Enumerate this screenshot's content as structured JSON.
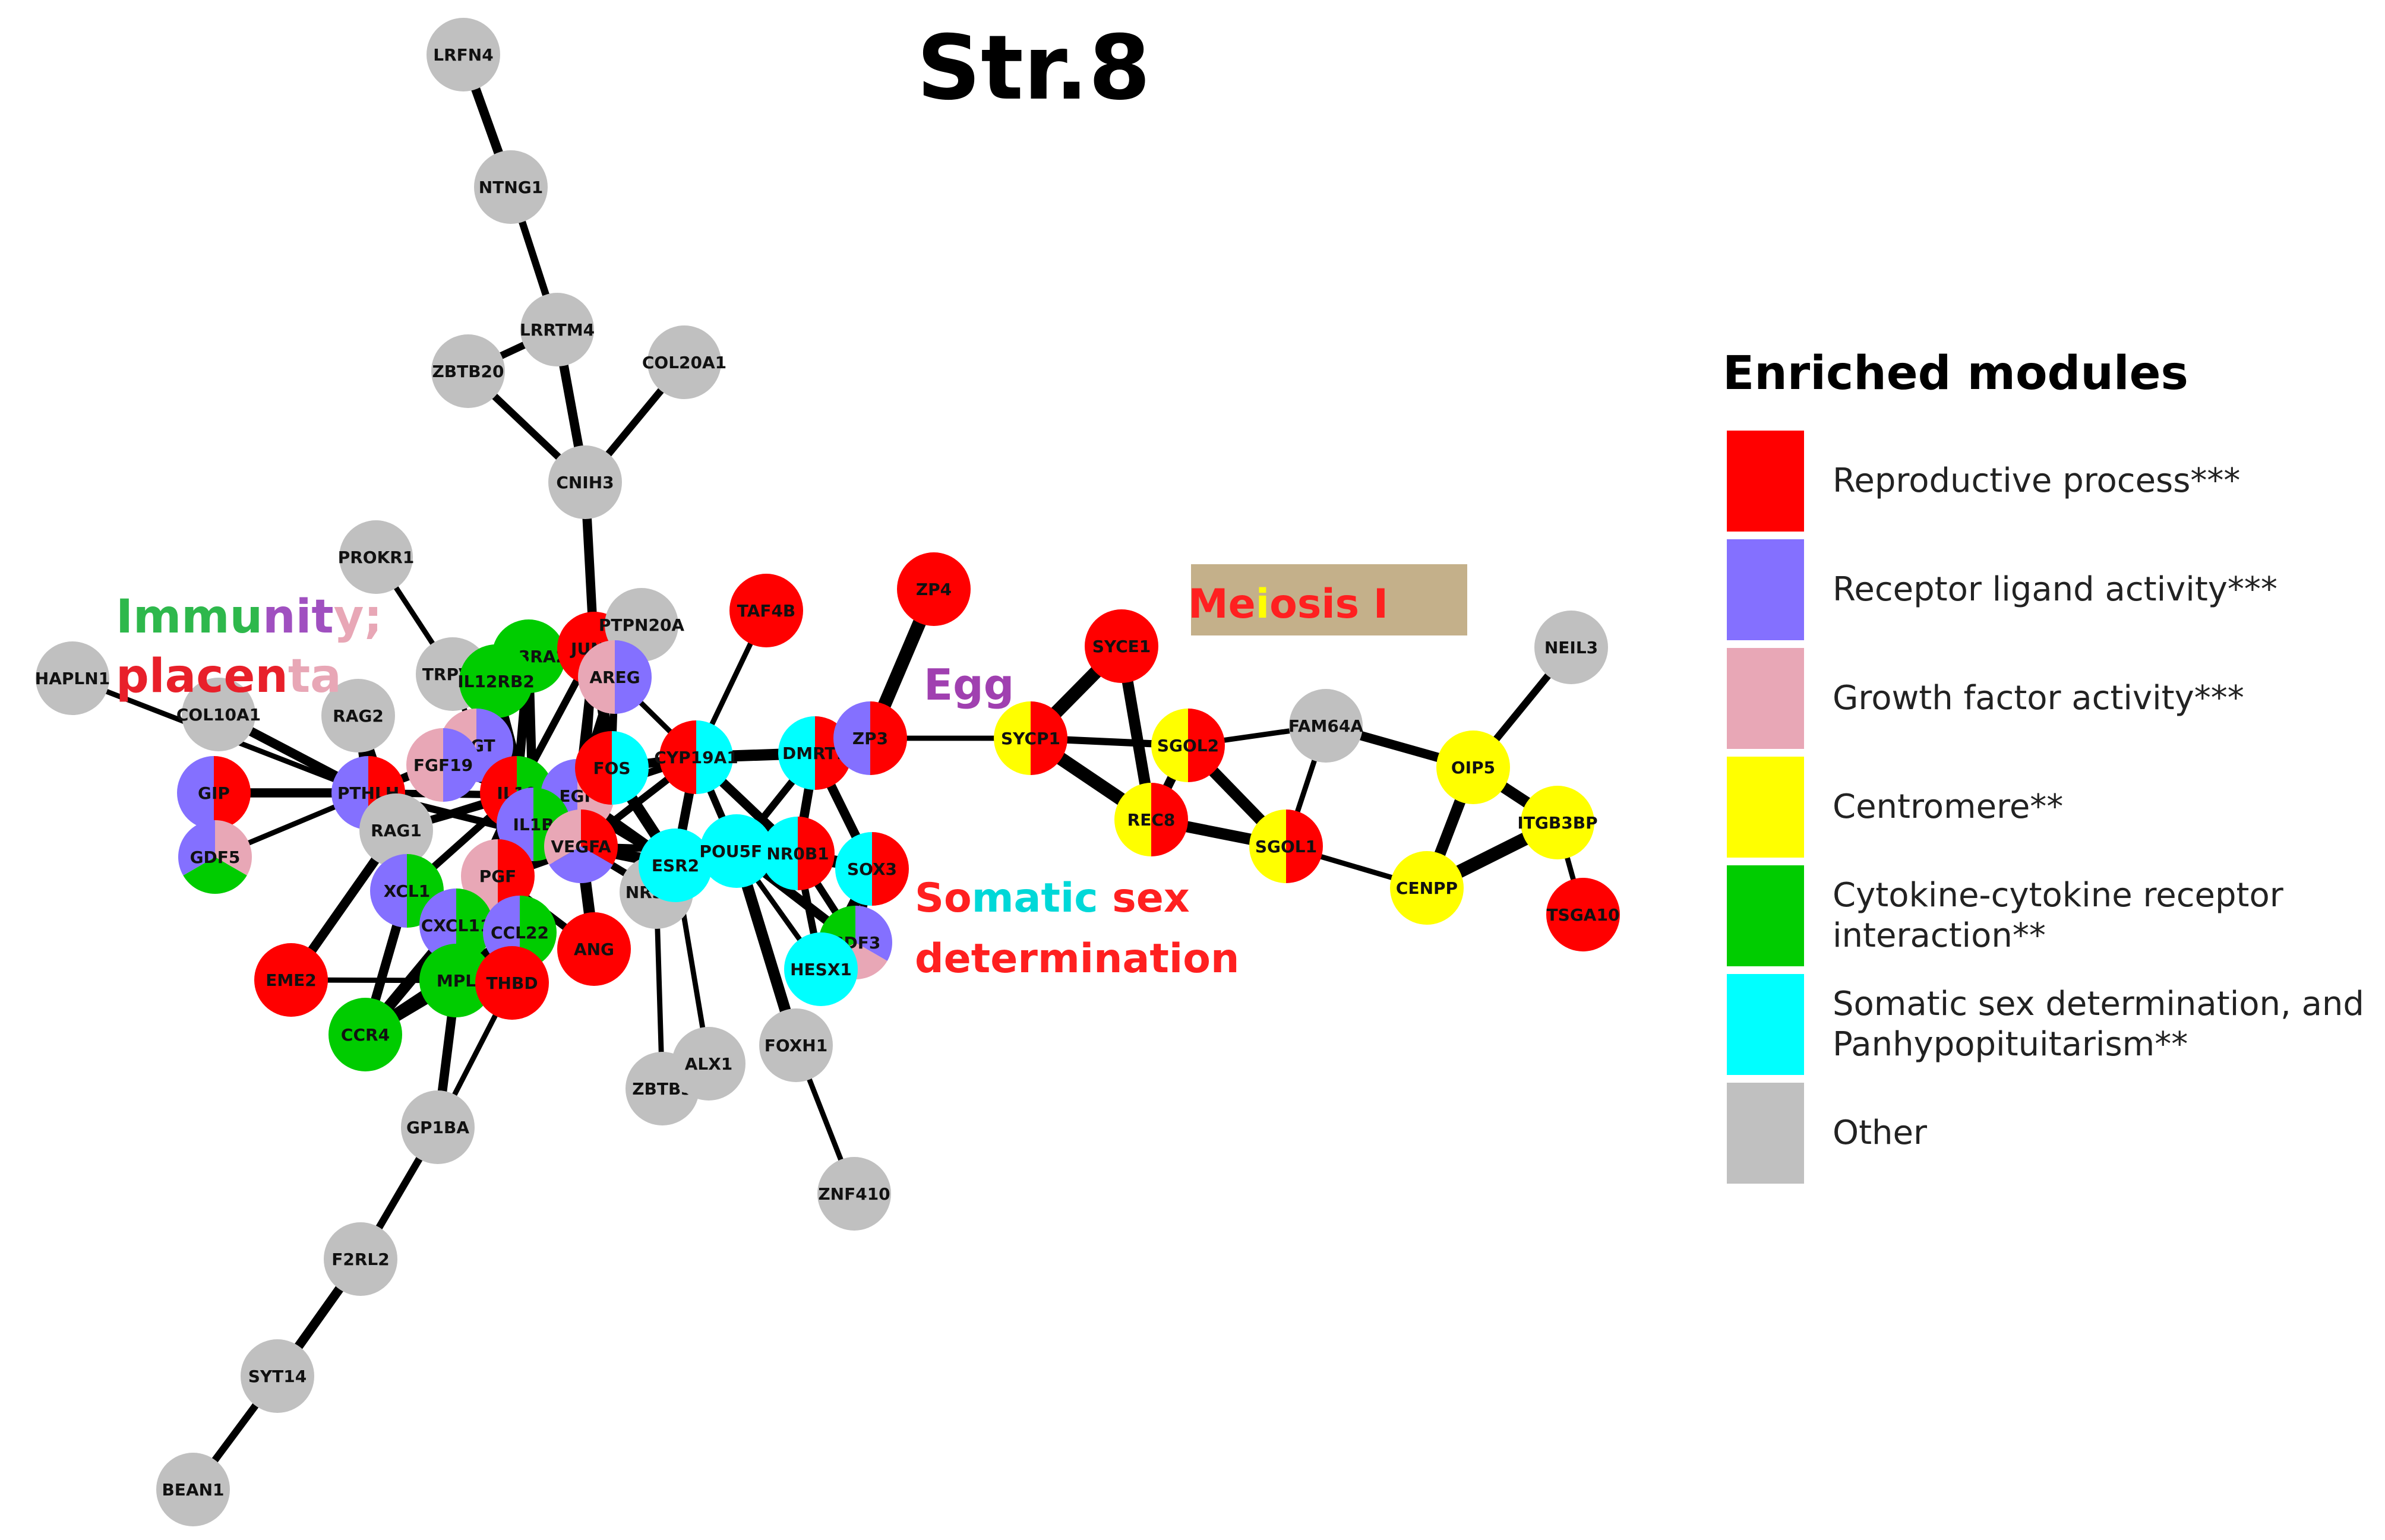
{
  "title": "Str.8",
  "legend": {
    "title": "Enriched modules",
    "items": [
      {
        "key": "reproductive",
        "label": "Reproductive process***",
        "color": "#ff0000"
      },
      {
        "key": "receptor",
        "label": "Receptor ligand activity***",
        "color": "#8470ff"
      },
      {
        "key": "growth",
        "label": "Growth factor activity***",
        "color": "#e8a7b6"
      },
      {
        "key": "centromere",
        "label": "Centromere**",
        "color": "#ffff00"
      },
      {
        "key": "cytokine",
        "label": "Cytokine-cytokine receptor\ninteraction**",
        "color": "#00cc00"
      },
      {
        "key": "somatic",
        "label": "Somatic sex determination, and\nPanhypopituitarism**",
        "color": "#00ffff"
      },
      {
        "key": "other",
        "label": "Other",
        "color": "#c0c0c0"
      }
    ]
  },
  "annotations": [
    {
      "id": "immunity",
      "lines": [
        [
          {
            "text": "Immu",
            "color": "#2eb84c"
          },
          {
            "text": "nit",
            "color": "#a050c0"
          },
          {
            "text": "y;",
            "color": "#e8a7b6"
          }
        ],
        [
          {
            "text": "pla",
            "color": "#e8202a"
          },
          {
            "text": "cen",
            "color": "#e8202a"
          },
          {
            "text": "ta",
            "color": "#e8a7b6"
          }
        ]
      ]
    },
    {
      "id": "egg",
      "lines": [
        [
          {
            "text": "Egg",
            "color": "#a040b0"
          }
        ]
      ]
    },
    {
      "id": "somatic",
      "lines": [
        [
          {
            "text": "So",
            "color": "#ff2020"
          },
          {
            "text": "matic",
            "color": "#00d8d8"
          },
          {
            "text": " sex",
            "color": "#ff2020"
          }
        ],
        [
          {
            "text": "determination",
            "color": "#ff2020"
          }
        ]
      ]
    },
    {
      "id": "meiosis",
      "box_color": "#c4b08a",
      "lines": [
        [
          {
            "text": "Me",
            "color": "#ff2020"
          },
          {
            "text": "i",
            "color": "#ffff00"
          },
          {
            "text": "o",
            "color": "#ff2020"
          },
          {
            "text": "s",
            "color": "#ff2020"
          },
          {
            "text": "is I",
            "color": "#ff2020"
          }
        ]
      ]
    }
  ],
  "nodes": [
    {
      "id": "LRFN4",
      "modules": [
        "other"
      ]
    },
    {
      "id": "NTNG1",
      "modules": [
        "other"
      ]
    },
    {
      "id": "LRRTM4",
      "modules": [
        "other"
      ]
    },
    {
      "id": "ZBTB20",
      "modules": [
        "other"
      ]
    },
    {
      "id": "COL20A1",
      "modules": [
        "other"
      ]
    },
    {
      "id": "CNIH3",
      "modules": [
        "other"
      ]
    },
    {
      "id": "PROKR1",
      "modules": [
        "other"
      ]
    },
    {
      "id": "HAPLN1",
      "modules": [
        "other"
      ]
    },
    {
      "id": "COL10A1",
      "modules": [
        "other"
      ]
    },
    {
      "id": "RAG2",
      "modules": [
        "other"
      ]
    },
    {
      "id": "GIP",
      "modules": [
        "reproductive",
        "receptor"
      ]
    },
    {
      "id": "PTHLH",
      "modules": [
        "reproductive",
        "receptor"
      ]
    },
    {
      "id": "GDF5",
      "modules": [
        "growth",
        "cytokine",
        "receptor"
      ]
    },
    {
      "id": "RAG1",
      "modules": [
        "other"
      ]
    },
    {
      "id": "TRPV1",
      "modules": [
        "other"
      ]
    },
    {
      "id": "IL13RA2",
      "modules": [
        "cytokine"
      ]
    },
    {
      "id": "IL12RB2",
      "modules": [
        "cytokine"
      ]
    },
    {
      "id": "JUNB",
      "modules": [
        "reproductive"
      ]
    },
    {
      "id": "PTPN20A",
      "modules": [
        "other"
      ]
    },
    {
      "id": "AREG",
      "modules": [
        "receptor",
        "growth"
      ]
    },
    {
      "id": "AGT",
      "modules": [
        "receptor",
        "growth"
      ]
    },
    {
      "id": "FGF19",
      "modules": [
        "receptor",
        "growth"
      ]
    },
    {
      "id": "IL10",
      "modules": [
        "cytokine",
        "reproductive"
      ]
    },
    {
      "id": "EGF",
      "modules": [
        "growth",
        "receptor"
      ]
    },
    {
      "id": "FOS",
      "modules": [
        "somatic",
        "reproductive"
      ]
    },
    {
      "id": "IL1B",
      "modules": [
        "cytokine",
        "receptor"
      ]
    },
    {
      "id": "VEGFA",
      "modules": [
        "reproductive",
        "receptor",
        "growth"
      ]
    },
    {
      "id": "PGF",
      "modules": [
        "reproductive",
        "growth"
      ]
    },
    {
      "id": "XCL1",
      "modules": [
        "cytokine",
        "receptor"
      ]
    },
    {
      "id": "CXCL11",
      "modules": [
        "cytokine",
        "receptor"
      ]
    },
    {
      "id": "CCL22",
      "modules": [
        "cytokine",
        "receptor"
      ]
    },
    {
      "id": "MPL",
      "modules": [
        "cytokine"
      ]
    },
    {
      "id": "THBD",
      "modules": [
        "reproductive"
      ]
    },
    {
      "id": "EME2",
      "modules": [
        "reproductive"
      ]
    },
    {
      "id": "CCR4",
      "modules": [
        "cytokine"
      ]
    },
    {
      "id": "GP1BA",
      "modules": [
        "other"
      ]
    },
    {
      "id": "F2RL2",
      "modules": [
        "other"
      ]
    },
    {
      "id": "SYT14",
      "modules": [
        "other"
      ]
    },
    {
      "id": "BEAN1",
      "modules": [
        "other"
      ]
    },
    {
      "id": "ANG",
      "modules": [
        "reproductive"
      ]
    },
    {
      "id": "NR3C1",
      "modules": [
        "other"
      ]
    },
    {
      "id": "ZBTB3",
      "modules": [
        "other"
      ]
    },
    {
      "id": "ALX1",
      "modules": [
        "other"
      ]
    },
    {
      "id": "TAF4B",
      "modules": [
        "reproductive"
      ]
    },
    {
      "id": "CYP19A1",
      "modules": [
        "somatic",
        "reproductive"
      ]
    },
    {
      "id": "ESR2",
      "modules": [
        "somatic"
      ]
    },
    {
      "id": "POU5F1",
      "modules": [
        "somatic"
      ]
    },
    {
      "id": "DMRT1",
      "modules": [
        "reproductive",
        "somatic"
      ]
    },
    {
      "id": "NR0B1",
      "modules": [
        "reproductive",
        "somatic"
      ]
    },
    {
      "id": "ZP3",
      "modules": [
        "reproductive",
        "receptor"
      ]
    },
    {
      "id": "ZP4",
      "modules": [
        "reproductive"
      ]
    },
    {
      "id": "SOX3",
      "modules": [
        "reproductive",
        "somatic"
      ]
    },
    {
      "id": "GDF3",
      "modules": [
        "receptor",
        "growth",
        "cytokine"
      ]
    },
    {
      "id": "HESX1",
      "modules": [
        "somatic"
      ]
    },
    {
      "id": "FOXH1",
      "modules": [
        "other"
      ]
    },
    {
      "id": "ZNF410",
      "modules": [
        "other"
      ]
    },
    {
      "id": "SYCP1",
      "modules": [
        "reproductive",
        "centromere"
      ]
    },
    {
      "id": "SYCE1",
      "modules": [
        "reproductive"
      ]
    },
    {
      "id": "SGOL2",
      "modules": [
        "reproductive",
        "centromere"
      ]
    },
    {
      "id": "REC8",
      "modules": [
        "reproductive",
        "centromere"
      ]
    },
    {
      "id": "FAM64A",
      "modules": [
        "other"
      ]
    },
    {
      "id": "SGOL1",
      "modules": [
        "reproductive",
        "centromere"
      ]
    },
    {
      "id": "CENPP",
      "modules": [
        "centromere"
      ]
    },
    {
      "id": "OIP5",
      "modules": [
        "centromere"
      ]
    },
    {
      "id": "NEIL3",
      "modules": [
        "other"
      ]
    },
    {
      "id": "ITGB3BP",
      "modules": [
        "centromere"
      ]
    },
    {
      "id": "TSGA10",
      "modules": [
        "reproductive"
      ]
    }
  ],
  "edges": [
    {
      "source": "LRFN4",
      "target": "NTNG1",
      "weight": 4
    },
    {
      "source": "NTNG1",
      "target": "LRRTM4",
      "weight": 3
    },
    {
      "source": "LRRTM4",
      "target": "ZBTB20",
      "weight": 3
    },
    {
      "source": "LRRTM4",
      "target": "CNIH3",
      "weight": 4
    },
    {
      "source": "ZBTB20",
      "target": "CNIH3",
      "weight": 3
    },
    {
      "source": "COL20A1",
      "target": "CNIH3",
      "weight": 3
    },
    {
      "source": "CNIH3",
      "target": "JUNB",
      "weight": 4
    },
    {
      "source": "PROKR1",
      "target": "TRPV1",
      "weight": 2
    },
    {
      "source": "HAPLN1",
      "target": "PTHLH",
      "weight": 2
    },
    {
      "source": "COL10A1",
      "target": "PTHLH",
      "weight": 4
    },
    {
      "source": "RAG2",
      "target": "PTHLH",
      "weight": 4
    },
    {
      "source": "RAG2",
      "target": "RAG1",
      "weight": 4
    },
    {
      "source": "GIP",
      "target": "PTHLH",
      "weight": 4
    },
    {
      "source": "GDF5",
      "target": "PTHLH",
      "weight": 2
    },
    {
      "source": "GIP",
      "target": "GDF5",
      "weight": 2
    },
    {
      "source": "PTHLH",
      "target": "AGT",
      "weight": 3
    },
    {
      "source": "PTHLH",
      "target": "EGF",
      "weight": 3
    },
    {
      "source": "PTHLH",
      "target": "VEGFA",
      "weight": 3
    },
    {
      "source": "PTHLH",
      "target": "FGF19",
      "weight": 2
    },
    {
      "source": "RAG1",
      "target": "XCL1",
      "weight": 2
    },
    {
      "source": "RAG1",
      "target": "IL10",
      "weight": 3
    },
    {
      "source": "RAG1",
      "target": "FOS",
      "weight": 3
    },
    {
      "source": "RAG1",
      "target": "EME2",
      "weight": 4
    },
    {
      "source": "TRPV1",
      "target": "IL12RB2",
      "weight": 2
    },
    {
      "source": "TRPV1",
      "target": "AGT",
      "weight": 2
    },
    {
      "source": "IL13RA2",
      "target": "IL10",
      "weight": 4
    },
    {
      "source": "IL13RA2",
      "target": "IL1B",
      "weight": 4
    },
    {
      "source": "IL12RB2",
      "target": "IL10",
      "weight": 4
    },
    {
      "source": "IL12RB2",
      "target": "IL1B",
      "weight": 3
    },
    {
      "source": "JUNB",
      "target": "FOS",
      "weight": 5
    },
    {
      "source": "JUNB",
      "target": "IL10",
      "weight": 3
    },
    {
      "source": "JUNB",
      "target": "VEGFA",
      "weight": 3
    },
    {
      "source": "JUNB",
      "target": "EGF",
      "weight": 3
    },
    {
      "source": "AREG",
      "target": "EGF",
      "weight": 4
    },
    {
      "source": "AREG",
      "target": "FOS",
      "weight": 3
    },
    {
      "source": "AREG",
      "target": "CYP19A1",
      "weight": 2
    },
    {
      "source": "AGT",
      "target": "VEGFA",
      "weight": 4
    },
    {
      "source": "AGT",
      "target": "IL1B",
      "weight": 3
    },
    {
      "source": "AGT",
      "target": "ESR2",
      "weight": 3
    },
    {
      "source": "FGF19",
      "target": "EGF",
      "weight": 3
    },
    {
      "source": "FGF19",
      "target": "IL10",
      "weight": 3
    },
    {
      "source": "IL10",
      "target": "IL1B",
      "weight": 5
    },
    {
      "source": "IL10",
      "target": "CCL22",
      "weight": 3
    },
    {
      "source": "IL10",
      "target": "CXCL11",
      "weight": 3
    },
    {
      "source": "IL10",
      "target": "VEGFA",
      "weight": 4
    },
    {
      "source": "IL10",
      "target": "EGF",
      "weight": 4
    },
    {
      "source": "EGF",
      "target": "FOS",
      "weight": 5
    },
    {
      "source": "EGF",
      "target": "VEGFA",
      "weight": 5
    },
    {
      "source": "EGF",
      "target": "ESR2",
      "weight": 4
    },
    {
      "source": "EGF",
      "target": "CYP19A1",
      "weight": 3
    },
    {
      "source": "FOS",
      "target": "VEGFA",
      "weight": 5
    },
    {
      "source": "FOS",
      "target": "ESR2",
      "weight": 5
    },
    {
      "source": "FOS",
      "target": "CYP19A1",
      "weight": 4
    },
    {
      "source": "FOS",
      "target": "IL1B",
      "weight": 4
    },
    {
      "source": "IL1B",
      "target": "VEGFA",
      "weight": 5
    },
    {
      "source": "IL1B",
      "target": "PGF",
      "weight": 3
    },
    {
      "source": "IL1B",
      "target": "CCL22",
      "weight": 4
    },
    {
      "source": "VEGFA",
      "target": "PGF",
      "weight": 5
    },
    {
      "source": "VEGFA",
      "target": "ESR2",
      "weight": 5
    },
    {
      "source": "VEGFA",
      "target": "ANG",
      "weight": 5
    },
    {
      "source": "VEGFA",
      "target": "NR3C1",
      "weight": 3
    },
    {
      "source": "VEGFA",
      "target": "CYP19A1",
      "weight": 3
    },
    {
      "source": "VEGFA",
      "target": "POU5F1",
      "weight": 3
    },
    {
      "source": "PGF",
      "target": "THBD",
      "weight": 3
    },
    {
      "source": "PGF",
      "target": "CCL22",
      "weight": 3
    },
    {
      "source": "PGF",
      "target": "ANG",
      "weight": 3
    },
    {
      "source": "XCL1",
      "target": "CXCL11",
      "weight": 4
    },
    {
      "source": "XCL1",
      "target": "CCR4",
      "weight": 4
    },
    {
      "source": "XCL1",
      "target": "MPL",
      "weight": 3
    },
    {
      "source": "XCL1",
      "target": "IL10",
      "weight": 3
    },
    {
      "source": "CXCL11",
      "target": "CCL22",
      "weight": 5
    },
    {
      "source": "CXCL11",
      "target": "CCR4",
      "weight": 5
    },
    {
      "source": "CXCL11",
      "target": "MPL",
      "weight": 4
    },
    {
      "source": "CXCL11",
      "target": "THBD",
      "weight": 3
    },
    {
      "source": "CCL22",
      "target": "CCR4",
      "weight": 5
    },
    {
      "source": "CCL22",
      "target": "MPL",
      "weight": 4
    },
    {
      "source": "CCL22",
      "target": "THBD",
      "weight": 3
    },
    {
      "source": "MPL",
      "target": "CCR4",
      "weight": 5
    },
    {
      "source": "MPL",
      "target": "THBD",
      "weight": 3
    },
    {
      "source": "MPL",
      "target": "GP1BA",
      "weight": 4
    },
    {
      "source": "THBD",
      "target": "GP1BA",
      "weight": 2
    },
    {
      "source": "EME2",
      "target": "MPL",
      "weight": 2
    },
    {
      "source": "GP1BA",
      "target": "F2RL2",
      "weight": 3
    },
    {
      "source": "F2RL2",
      "target": "SYT14",
      "weight": 4
    },
    {
      "source": "SYT14",
      "target": "BEAN1",
      "weight": 3
    },
    {
      "source": "NR3C1",
      "target": "ZBTB3",
      "weight": 2
    },
    {
      "source": "ESR2",
      "target": "ALX1",
      "weight": 2
    },
    {
      "source": "ESR2",
      "target": "POU5F1",
      "weight": 5
    },
    {
      "source": "ESR2",
      "target": "CYP19A1",
      "weight": 4
    },
    {
      "source": "ESR2",
      "target": "NR3C1",
      "weight": 3
    },
    {
      "source": "TAF4B",
      "target": "CYP19A1",
      "weight": 2
    },
    {
      "source": "CYP19A1",
      "target": "DMRT1",
      "weight": 5
    },
    {
      "source": "CYP19A1",
      "target": "NR0B1",
      "weight": 4
    },
    {
      "source": "CYP19A1",
      "target": "POU5F1",
      "weight": 3
    },
    {
      "source": "POU5F1",
      "target": "NR0B1",
      "weight": 5
    },
    {
      "source": "POU5F1",
      "target": "DMRT1",
      "weight": 3
    },
    {
      "source": "POU5F1",
      "target": "SOX3",
      "weight": 3
    },
    {
      "source": "POU5F1",
      "target": "HESX1",
      "weight": 2
    },
    {
      "source": "POU5F1",
      "target": "GDF3",
      "weight": 4
    },
    {
      "source": "POU5F1",
      "target": "FOXH1",
      "weight": 5
    },
    {
      "source": "NR0B1",
      "target": "SOX3",
      "weight": 5
    },
    {
      "source": "NR0B1",
      "target": "DMRT1",
      "weight": 4
    },
    {
      "source": "NR0B1",
      "target": "HESX1",
      "weight": 3
    },
    {
      "source": "NR0B1",
      "target": "GDF3",
      "weight": 3
    },
    {
      "source": "DMRT1",
      "target": "ZP3",
      "weight": 4
    },
    {
      "source": "DMRT1",
      "target": "SOX3",
      "weight": 4
    },
    {
      "source": "SOX3",
      "target": "HESX1",
      "weight": 5
    },
    {
      "source": "SOX3",
      "target": "GDF3",
      "weight": 3
    },
    {
      "source": "HESX1",
      "target": "GDF3",
      "weight": 3
    },
    {
      "source": "FOXH1",
      "target": "ZNF410",
      "weight": 2
    },
    {
      "source": "ZP3",
      "target": "ZP4",
      "weight": 6
    },
    {
      "source": "ZP3",
      "target": "SYCP1",
      "weight": 2
    },
    {
      "source": "SYCP1",
      "target": "SYCE1",
      "weight": 6
    },
    {
      "source": "SYCP1",
      "target": "SGOL2",
      "weight": 3
    },
    {
      "source": "SYCP1",
      "target": "REC8",
      "weight": 6
    },
    {
      "source": "SYCE1",
      "target": "REC8",
      "weight": 5
    },
    {
      "source": "SGOL2",
      "target": "REC8",
      "weight": 4
    },
    {
      "source": "SGOL2",
      "target": "SGOL1",
      "weight": 5
    },
    {
      "source": "SGOL2",
      "target": "FAM64A",
      "weight": 2
    },
    {
      "source": "REC8",
      "target": "SGOL1",
      "weight": 5
    },
    {
      "source": "FAM64A",
      "target": "OIP5",
      "weight": 4
    },
    {
      "source": "FAM64A",
      "target": "SGOL1",
      "weight": 2
    },
    {
      "source": "SGOL1",
      "target": "CENPP",
      "weight": 2
    },
    {
      "source": "CENPP",
      "target": "OIP5",
      "weight": 5
    },
    {
      "source": "CENPP",
      "target": "ITGB3BP",
      "weight": 6
    },
    {
      "source": "OIP5",
      "target": "ITGB3BP",
      "weight": 5
    },
    {
      "source": "OIP5",
      "target": "NEIL3",
      "weight": 3
    },
    {
      "source": "ITGB3BP",
      "target": "TSGA10",
      "weight": 2
    }
  ]
}
